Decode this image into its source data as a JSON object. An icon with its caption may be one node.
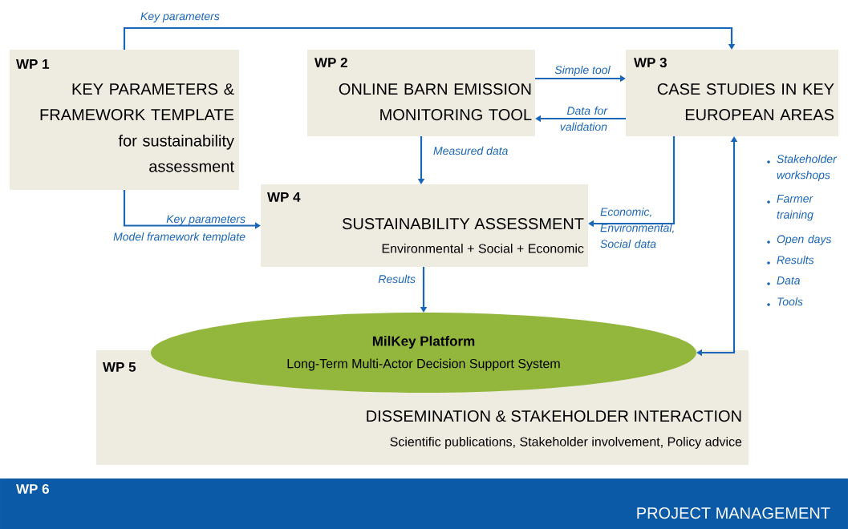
{
  "diagram": {
    "nodes": [
      {
        "text": [
          "WP 1",
          "KEY PARAMETERS & FRAMEWORK TEMPLATE",
          "for sustainability assessment"
        ]
      },
      {
        "text": [
          "WP 2",
          "ONLINE BARN EMISSION MONITORING TOOL"
        ]
      },
      {
        "text": [
          "WP 3",
          "CASE STUDIES IN KEY EUROPEAN AREAS"
        ]
      },
      {
        "text": [
          "WP 4",
          "SUSTAINABILITY ASSESSMENT",
          "Environmental + Social + Economic"
        ]
      },
      {
        "text": [
          "WP 5",
          "DISSEMINATION & STAKEHOLDER INTERACTION",
          "Scientific publications, Stakeholder involvement, Policy advice"
        ]
      },
      {
        "text": [
          "MilKey Platform",
          "Long-Term Multi-Actor Decision Support System"
        ]
      },
      {
        "text": [
          "WP 6",
          "PROJECT MANAGEMENT"
        ]
      }
    ],
    "edges": [
      {
        "from": 0,
        "to": 2,
        "arrow": "to",
        "label": "Key parameters"
      },
      {
        "from": 0,
        "to": 3,
        "arrow": "to",
        "label": "Key parameters"
      },
      {
        "from": 1,
        "to": 2,
        "arrow": "to",
        "label": "Simple tool"
      },
      {
        "from": 2,
        "to": 1,
        "arrow": "to",
        "label": "Data for validation"
      },
      {
        "from": 1,
        "to": 3,
        "arrow": "to",
        "label": "Measured data"
      },
      {
        "from": 2,
        "to": 3,
        "arrow": "to",
        "label": "Economic, Environmental, Social data"
      },
      {
        "from": 3,
        "to": 5,
        "arrow": "to",
        "label": "Results"
      },
      {
        "from": 5,
        "to": 2,
        "arrow": "both"
      }
    ],
    "labels": [
      "Model framework template",
      "Stakeholder workshops",
      "Farmer training",
      "Open days",
      "Results",
      "Data",
      "Tools"
    ]
  }
}
